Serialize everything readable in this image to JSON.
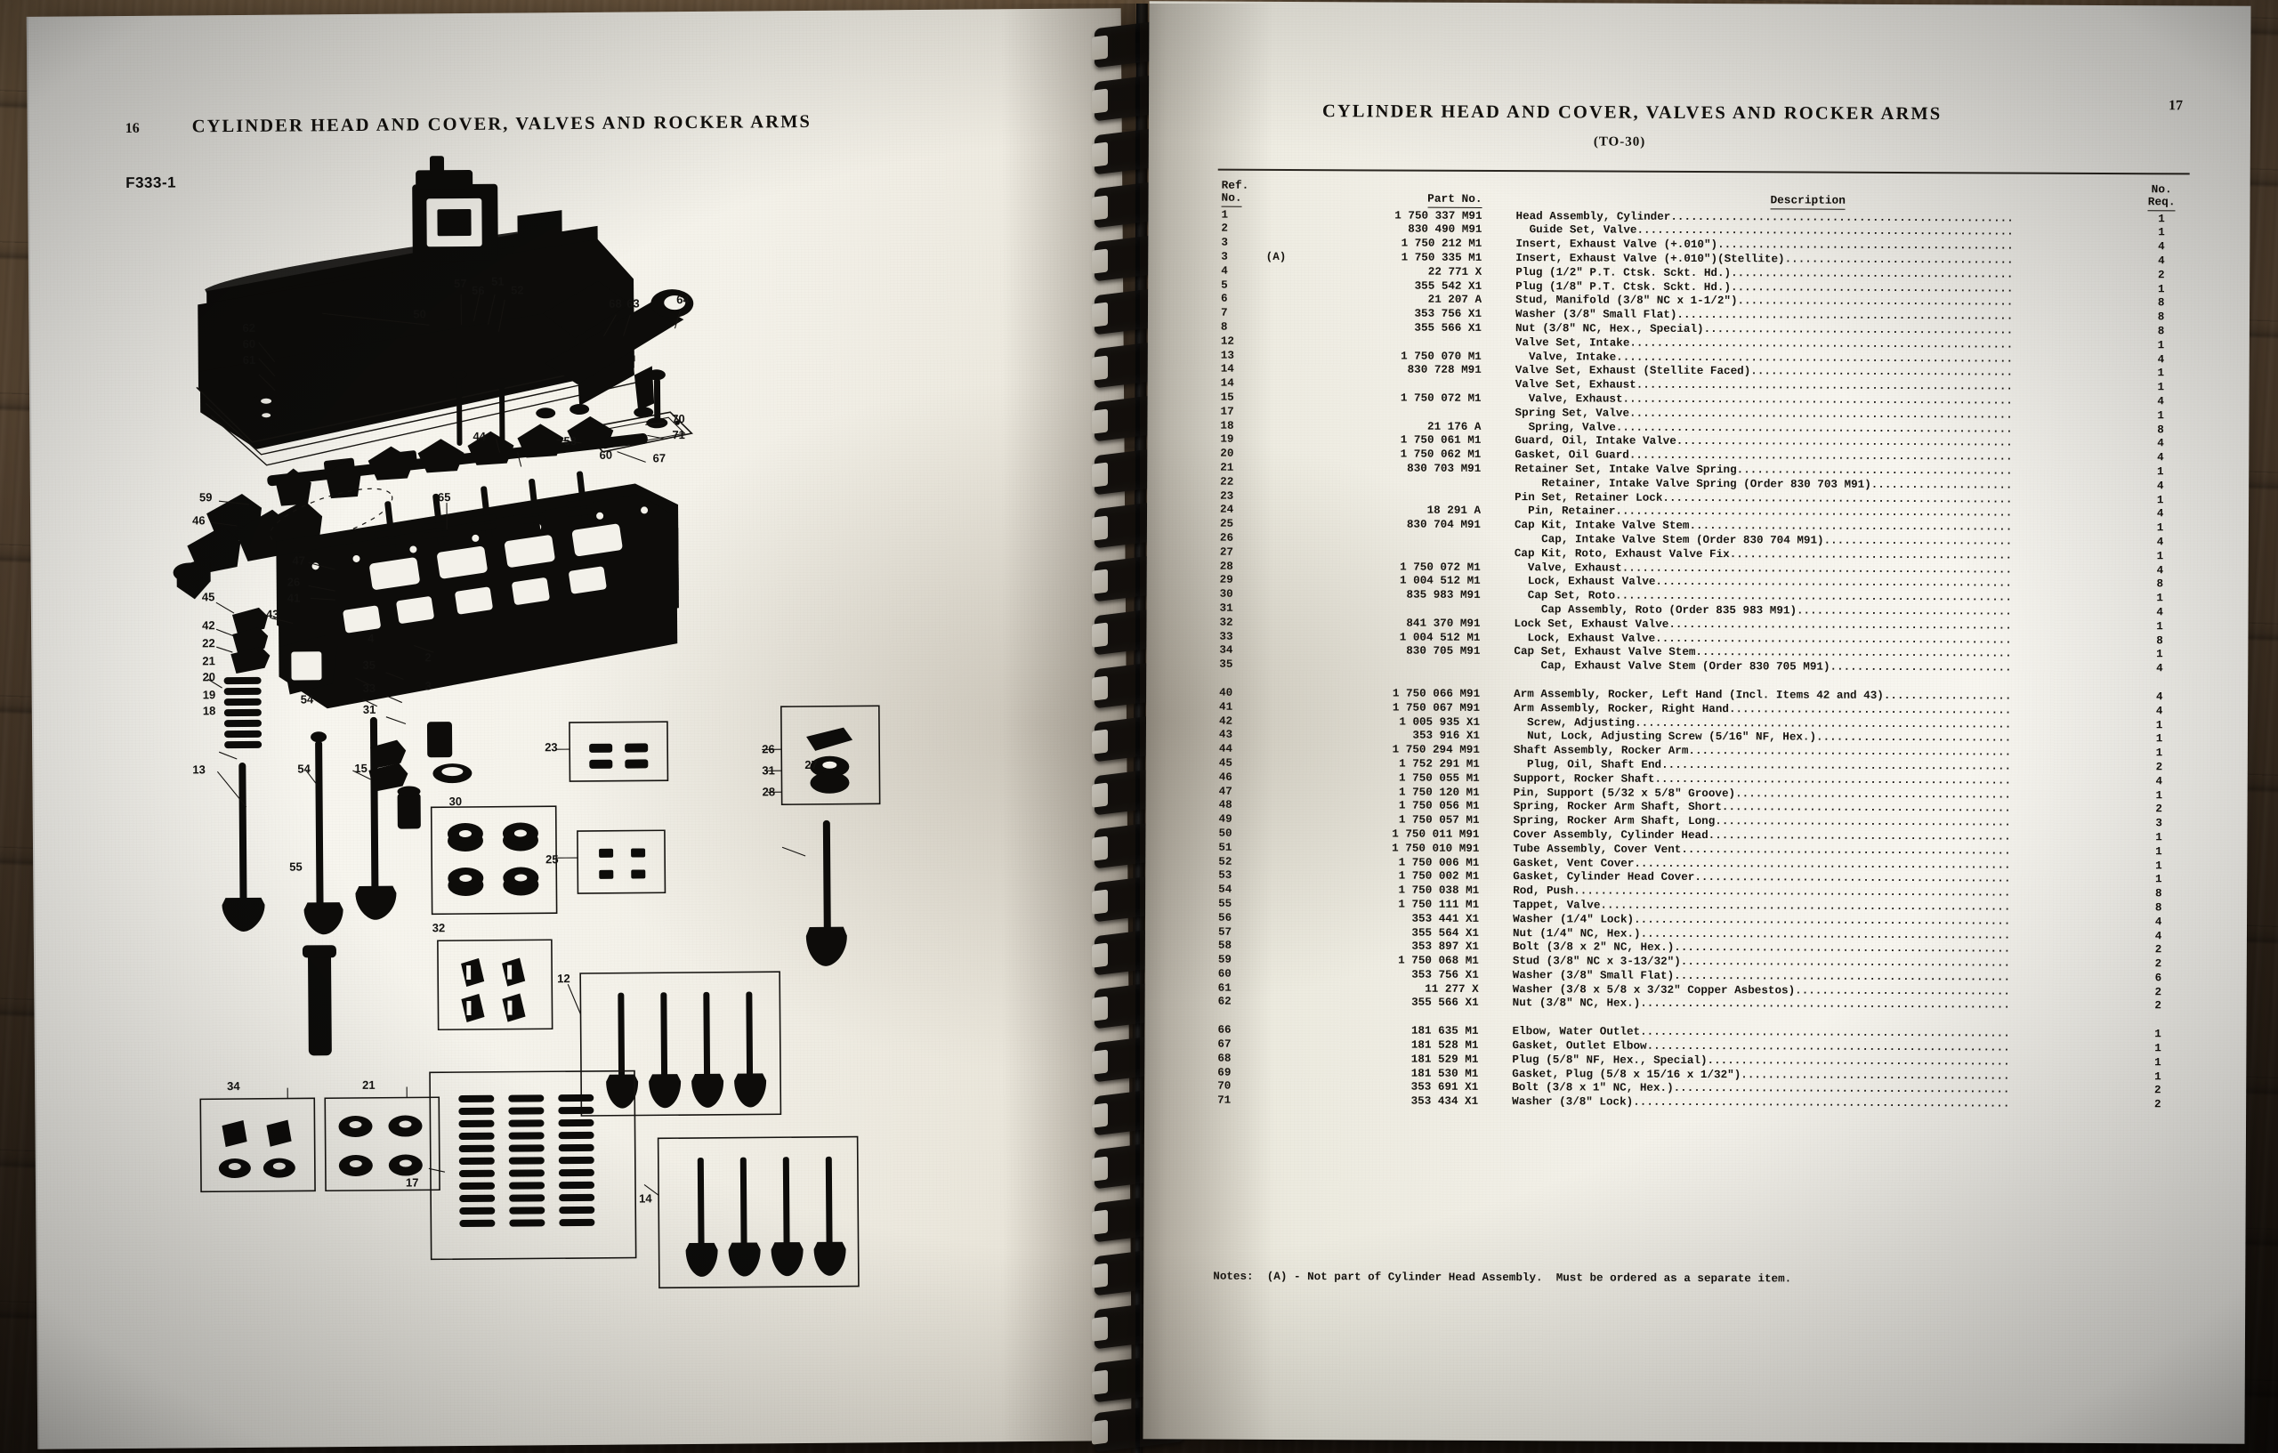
{
  "document": {
    "left_page": {
      "page_number": "16",
      "header_title": "CYLINDER HEAD AND COVER, VALVES AND ROCKER ARMS",
      "figure_label": "F333-1",
      "callout_numbers": [
        "57",
        "56",
        "51",
        "52",
        "62",
        "60",
        "61",
        "50",
        "68",
        "63",
        "64",
        "70",
        "71",
        "58",
        "60",
        "67",
        "53",
        "44",
        "59",
        "46",
        "65",
        "47",
        "26",
        "41",
        "45",
        "43",
        "42",
        "22",
        "21",
        "20",
        "19",
        "18",
        "13",
        "54",
        "15",
        "55",
        "35",
        "33",
        "31",
        "3",
        "2",
        "30",
        "23",
        "25",
        "32",
        "34",
        "24",
        "17",
        "12",
        "14",
        "27",
        "29",
        "31",
        "28",
        "4"
      ]
    },
    "right_page": {
      "page_number": "17",
      "header_title": "CYLINDER HEAD AND COVER, VALVES AND ROCKER ARMS",
      "subtitle": "(TO-30)",
      "columns": {
        "ref": "Ref.\nNo.",
        "ref_line1": "Ref.",
        "ref_line2": "No.",
        "part": "Part No.",
        "description": "Description",
        "qty_line1": "No.",
        "qty_line2": "Req."
      },
      "rows": [
        {
          "ref": "1",
          "note": "",
          "part": "1 750 337 M91",
          "desc": "Head Assembly, Cylinder",
          "indent": 0,
          "qty": "1"
        },
        {
          "ref": "2",
          "note": "",
          "part": "830 490 M91",
          "desc": "Guide Set, Valve",
          "indent": 1,
          "qty": "1"
        },
        {
          "ref": "3",
          "note": "",
          "part": "1 750 212 M1",
          "desc": "Insert, Exhaust Valve (+.010\")",
          "indent": 0,
          "qty": "4"
        },
        {
          "ref": "3",
          "note": "(A)",
          "part": "1 750 335 M1",
          "desc": "Insert, Exhaust Valve (+.010\")(Stellite)",
          "indent": 0,
          "qty": "4"
        },
        {
          "ref": "4",
          "note": "",
          "part": "22 771 X",
          "desc": "Plug (1/2\" P.T. Ctsk. Sckt. Hd.)",
          "indent": 0,
          "qty": "2"
        },
        {
          "ref": "5",
          "note": "",
          "part": "355 542 X1",
          "desc": "Plug (1/8\" P.T. Ctsk. Sckt. Hd.)",
          "indent": 0,
          "qty": "1"
        },
        {
          "ref": "6",
          "note": "",
          "part": "21 207 A",
          "desc": "Stud, Manifold (3/8\" NC x 1-1/2\")",
          "indent": 0,
          "qty": "8"
        },
        {
          "ref": "7",
          "note": "",
          "part": "353 756 X1",
          "desc": "Washer (3/8\" Small Flat)",
          "indent": 0,
          "qty": "8"
        },
        {
          "ref": "8",
          "note": "",
          "part": "355 566 X1",
          "desc": "Nut (3/8\" NC, Hex., Special)",
          "indent": 0,
          "qty": "8"
        },
        {
          "ref": "12",
          "note": "",
          "part": "",
          "desc": "Valve Set, Intake",
          "indent": 0,
          "qty": "1"
        },
        {
          "ref": "13",
          "note": "",
          "part": "1 750 070 M1",
          "desc": "Valve, Intake",
          "indent": 1,
          "qty": "4"
        },
        {
          "ref": "14",
          "note": "",
          "part": "830 728 M91",
          "desc": "Valve Set, Exhaust (Stellite Faced)",
          "indent": 0,
          "qty": "1"
        },
        {
          "ref": "14",
          "note": "",
          "part": "",
          "desc": "Valve Set, Exhaust",
          "indent": 0,
          "qty": "1"
        },
        {
          "ref": "15",
          "note": "",
          "part": "1 750 072 M1",
          "desc": "Valve, Exhaust",
          "indent": 1,
          "qty": "4"
        },
        {
          "ref": "17",
          "note": "",
          "part": "",
          "desc": "Spring Set, Valve",
          "indent": 0,
          "qty": "1"
        },
        {
          "ref": "18",
          "note": "",
          "part": "21 176 A",
          "desc": "Spring, Valve",
          "indent": 1,
          "qty": "8"
        },
        {
          "ref": "19",
          "note": "",
          "part": "1 750 061 M1",
          "desc": "Guard, Oil, Intake Valve",
          "indent": 0,
          "qty": "4"
        },
        {
          "ref": "20",
          "note": "",
          "part": "1 750 062 M1",
          "desc": "Gasket, Oil Guard",
          "indent": 0,
          "qty": "4"
        },
        {
          "ref": "21",
          "note": "",
          "part": "830 703 M91",
          "desc": "Retainer Set, Intake Valve Spring",
          "indent": 0,
          "qty": "1"
        },
        {
          "ref": "22",
          "note": "",
          "part": "",
          "desc": "Retainer, Intake Valve Spring (Order 830 703 M91)",
          "indent": 2,
          "qty": "4"
        },
        {
          "ref": "23",
          "note": "",
          "part": "",
          "desc": "Pin Set, Retainer Lock",
          "indent": 0,
          "qty": "1"
        },
        {
          "ref": "24",
          "note": "",
          "part": "18 291 A",
          "desc": "Pin, Retainer",
          "indent": 1,
          "qty": "4"
        },
        {
          "ref": "25",
          "note": "",
          "part": "830 704 M91",
          "desc": "Cap Kit, Intake Valve Stem",
          "indent": 0,
          "qty": "1"
        },
        {
          "ref": "26",
          "note": "",
          "part": "",
          "desc": "Cap, Intake Valve Stem (Order 830 704 M91)",
          "indent": 2,
          "qty": "4"
        },
        {
          "ref": "27",
          "note": "",
          "part": "",
          "desc": "Cap Kit, Roto, Exhaust Valve Fix.",
          "indent": 0,
          "qty": "1"
        },
        {
          "ref": "28",
          "note": "",
          "part": "1 750 072 M1",
          "desc": "Valve, Exhaust",
          "indent": 1,
          "qty": "4"
        },
        {
          "ref": "29",
          "note": "",
          "part": "1 004 512 M1",
          "desc": "Lock, Exhaust Valve",
          "indent": 1,
          "qty": "8"
        },
        {
          "ref": "30",
          "note": "",
          "part": "835 983 M91",
          "desc": "Cap Set, Roto",
          "indent": 1,
          "qty": "1"
        },
        {
          "ref": "31",
          "note": "",
          "part": "",
          "desc": "Cap Assembly, Roto (Order 835 983 M91)",
          "indent": 2,
          "qty": "4"
        },
        {
          "ref": "32",
          "note": "",
          "part": "841 370 M91",
          "desc": "Lock Set, Exhaust Valve",
          "indent": 0,
          "qty": "1"
        },
        {
          "ref": "33",
          "note": "",
          "part": "1 004 512 M1",
          "desc": "Lock, Exhaust Valve",
          "indent": 1,
          "qty": "8"
        },
        {
          "ref": "34",
          "note": "",
          "part": "830 705 M91",
          "desc": "Cap Set, Exhaust Valve Stem",
          "indent": 0,
          "qty": "1"
        },
        {
          "ref": "35",
          "note": "",
          "part": "",
          "desc": "Cap, Exhaust Valve Stem (Order 830 705 M91)",
          "indent": 2,
          "qty": "4"
        },
        {
          "ref": "40",
          "note": "",
          "part": "1 750 066 M91",
          "desc": "Arm Assembly, Rocker, Left Hand (Incl. Items 42 and 43)",
          "indent": 0,
          "qty": "4"
        },
        {
          "ref": "41",
          "note": "",
          "part": "1 750 067 M91",
          "desc": "Arm Assembly, Rocker, Right Hand",
          "indent": 0,
          "qty": "4"
        },
        {
          "ref": "42",
          "note": "",
          "part": "1 005 935 X1",
          "desc": "Screw, Adjusting",
          "indent": 1,
          "qty": "1"
        },
        {
          "ref": "43",
          "note": "",
          "part": "353 916 X1",
          "desc": "Nut, Lock, Adjusting Screw (5/16\" NF, Hex.)",
          "indent": 1,
          "qty": "1"
        },
        {
          "ref": "44",
          "note": "",
          "part": "1 750 294 M91",
          "desc": "Shaft Assembly, Rocker Arm",
          "indent": 0,
          "qty": "1"
        },
        {
          "ref": "45",
          "note": "",
          "part": "1 752 291 M1",
          "desc": "Plug, Oil, Shaft End",
          "indent": 1,
          "qty": "2"
        },
        {
          "ref": "46",
          "note": "",
          "part": "1 750 055 M1",
          "desc": "Support, Rocker Shaft",
          "indent": 0,
          "qty": "4"
        },
        {
          "ref": "47",
          "note": "",
          "part": "1 750 120 M1",
          "desc": "Pin, Support (5/32 x 5/8\" Groove)",
          "indent": 0,
          "qty": "1"
        },
        {
          "ref": "48",
          "note": "",
          "part": "1 750 056 M1",
          "desc": "Spring, Rocker Arm Shaft, Short",
          "indent": 0,
          "qty": "2"
        },
        {
          "ref": "49",
          "note": "",
          "part": "1 750 057 M1",
          "desc": "Spring, Rocker Arm Shaft, Long",
          "indent": 0,
          "qty": "3"
        },
        {
          "ref": "50",
          "note": "",
          "part": "1 750 011 M91",
          "desc": "Cover Assembly, Cylinder Head",
          "indent": 0,
          "qty": "1"
        },
        {
          "ref": "51",
          "note": "",
          "part": "1 750 010 M91",
          "desc": "Tube Assembly, Cover Vent",
          "indent": 0,
          "qty": "1"
        },
        {
          "ref": "52",
          "note": "",
          "part": "1 750 006 M1",
          "desc": "Gasket, Vent Cover",
          "indent": 0,
          "qty": "1"
        },
        {
          "ref": "53",
          "note": "",
          "part": "1 750 002 M1",
          "desc": "Gasket, Cylinder Head Cover",
          "indent": 0,
          "qty": "1"
        },
        {
          "ref": "54",
          "note": "",
          "part": "1 750 038 M1",
          "desc": "Rod, Push",
          "indent": 0,
          "qty": "8"
        },
        {
          "ref": "55",
          "note": "",
          "part": "1 750 111 M1",
          "desc": "Tappet, Valve",
          "indent": 0,
          "qty": "8"
        },
        {
          "ref": "56",
          "note": "",
          "part": "353 441 X1",
          "desc": "Washer (1/4\" Lock)",
          "indent": 0,
          "qty": "4"
        },
        {
          "ref": "57",
          "note": "",
          "part": "355 564 X1",
          "desc": "Nut (1/4\" NC, Hex.)",
          "indent": 0,
          "qty": "4"
        },
        {
          "ref": "58",
          "note": "",
          "part": "353 897 X1",
          "desc": "Bolt (3/8 x 2\" NC, Hex.)",
          "indent": 0,
          "qty": "2"
        },
        {
          "ref": "59",
          "note": "",
          "part": "1 750 068 M1",
          "desc": "Stud (3/8\" NC x 3-13/32\")",
          "indent": 0,
          "qty": "2"
        },
        {
          "ref": "60",
          "note": "",
          "part": "353 756 X1",
          "desc": "Washer (3/8\" Small Flat)",
          "indent": 0,
          "qty": "6"
        },
        {
          "ref": "61",
          "note": "",
          "part": "11 277 X",
          "desc": "Washer (3/8 x 5/8 x 3/32\" Copper Asbestos)",
          "indent": 0,
          "qty": "2"
        },
        {
          "ref": "62",
          "note": "",
          "part": "355 566 X1",
          "desc": "Nut (3/8\" NC, Hex.)",
          "indent": 0,
          "qty": "2"
        },
        {
          "ref": "66",
          "note": "",
          "part": "181 635 M1",
          "desc": "Elbow, Water Outlet",
          "indent": 0,
          "qty": "1"
        },
        {
          "ref": "67",
          "note": "",
          "part": "181 528 M1",
          "desc": "Gasket, Outlet Elbow",
          "indent": 0,
          "qty": "1"
        },
        {
          "ref": "68",
          "note": "",
          "part": "181 529 M1",
          "desc": "Plug (5/8\" NF, Hex., Special)",
          "indent": 0,
          "qty": "1"
        },
        {
          "ref": "69",
          "note": "",
          "part": "181 530 M1",
          "desc": "Gasket, Plug (5/8 x 15/16 x 1/32\")",
          "indent": 0,
          "qty": "1"
        },
        {
          "ref": "70",
          "note": "",
          "part": "353 691 X1",
          "desc": "Bolt (3/8 x 1\" NC, Hex.)",
          "indent": 0,
          "qty": "2"
        },
        {
          "ref": "71",
          "note": "",
          "part": "353 434 X1",
          "desc": "Washer (3/8\" Lock)",
          "indent": 0,
          "qty": "2"
        }
      ],
      "section_breaks_after_ref": [
        "35",
        "62"
      ],
      "notes": "Notes:  (A) - Not part of Cylinder Head Assembly.  Must be ordered as a separate item."
    }
  },
  "colors": {
    "paper": "#f3f1ea",
    "ink": "#16130f",
    "wood_dark": "#32261b",
    "wood_light": "#7b6347",
    "binding": "#090909"
  }
}
